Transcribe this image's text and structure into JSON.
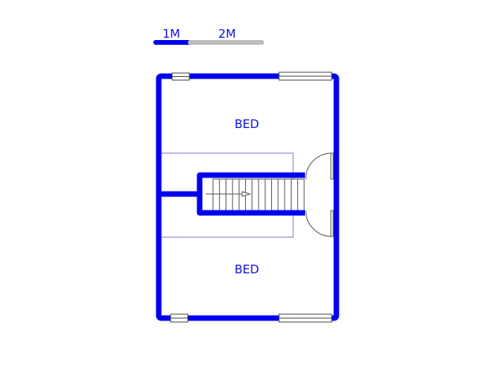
{
  "scale_bar": {
    "label_1": "1M",
    "label_2": "2M"
  },
  "rooms": [
    {
      "label": "BED"
    },
    {
      "label": "BED"
    }
  ],
  "colors": {
    "wall": "#0000ee",
    "text": "#1010e0",
    "scale_grey": "#bbbbbb",
    "outline": "#7777dd"
  }
}
